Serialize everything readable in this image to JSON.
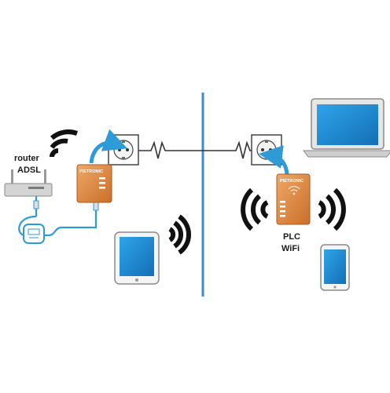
{
  "labels": {
    "router_line1": "router",
    "router_line2": "ADSL",
    "plc_line1": "PLC",
    "plc_line2": "WiFi",
    "brand_left": "PIETRONIC",
    "brand_right": "PIETRONIC"
  },
  "colors": {
    "adapter_orange": "#d9843f",
    "line_blue": "#3a8fc8",
    "screen_blue": "#1f8fd6",
    "dark": "#1d1d1d",
    "cable_blue": "#2e9ad6"
  },
  "icons": [
    "router-icon",
    "wifi-signal-icon",
    "power-outlet-icon",
    "plc-adapter-icon",
    "laptop-icon",
    "tablet-icon",
    "smartphone-icon",
    "modem-icon",
    "arrow-icon"
  ]
}
